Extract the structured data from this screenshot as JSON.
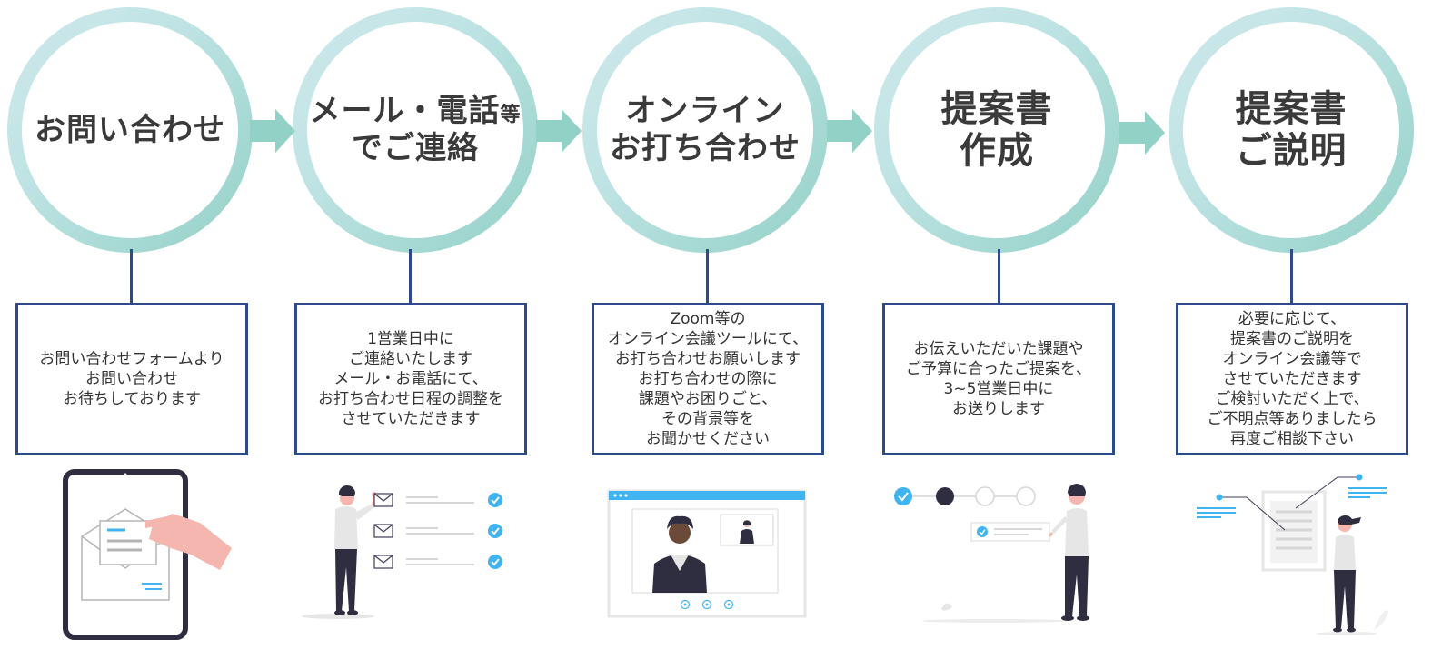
{
  "colors": {
    "teal_light": "#cfe9ec",
    "teal_dark": "#92d1c6",
    "navy": "#2e4a8a",
    "accent_blue": "#3fb4f0",
    "skin": "#f4b6ae",
    "dark": "#2f2e41"
  },
  "steps": [
    {
      "title_lines": [
        "お問い合わせ"
      ],
      "description": "お問い合わせフォームより\nお問い合わせ\nお待ちしております",
      "illustration": "tablet-envelope-hand"
    },
    {
      "title_lines": [
        "メール・電話",
        "でご連絡"
      ],
      "title_suffix": "等",
      "description": "1営業日中に\nご連絡いたします\nメール・お電話にて、\nお打ち合わせ日程の調整を\nさせていただきます",
      "illustration": "person-checklist"
    },
    {
      "title_lines": [
        "オンライン",
        "お打ち合わせ"
      ],
      "description": "Zoom等の\nオンライン会議ツールにて、\nお打ち合わせお願いします\nお打ち合わせの際に\n課題やお困りごと、\nその背景等を\nお聞かせください",
      "illustration": "video-call"
    },
    {
      "title_lines": [
        "提案書",
        "作成"
      ],
      "description": "お伝えいただいた課題や\nご予算に合ったご提案を、\n3~5営業日中に\nお送りします",
      "illustration": "person-progress-steps"
    },
    {
      "title_lines": [
        "提案書",
        "ご説明"
      ],
      "description": "必要に応じて、\n提案書のご説明を\nオンライン会議等で\nさせていただきます\nご検討いただく上で、\nご不明点等ありましたら\n再度ご相談下さい",
      "illustration": "person-document"
    }
  ]
}
